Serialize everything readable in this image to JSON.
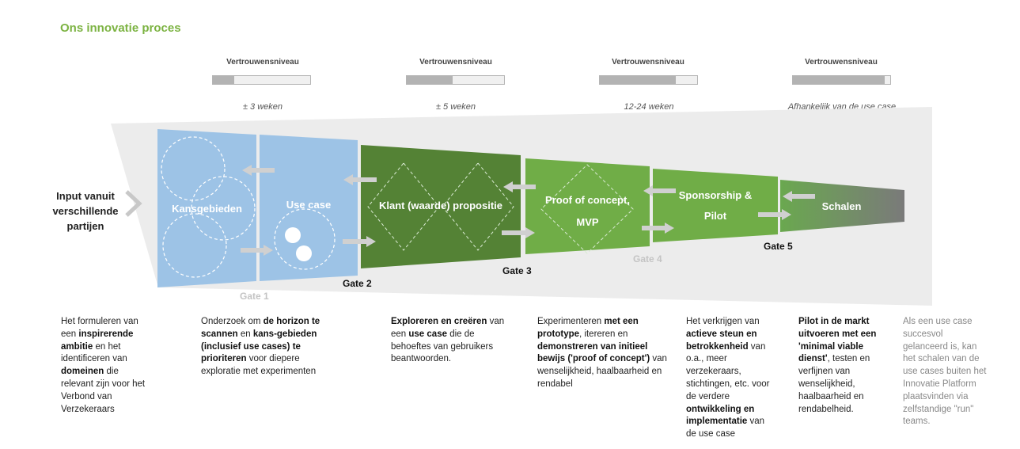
{
  "title": "Ons innovatie proces",
  "trust_label": "Vertrouwensniveau",
  "trust_levels": [
    0.22,
    0.47,
    0.78,
    0.94
  ],
  "durations": [
    "± 3 weken",
    "± 5 weken",
    "12-24 weken",
    "Afhankelijk van de use case"
  ],
  "input_label": "Input vanuit verschillende partijen",
  "stages": {
    "kansgebieden": "Kansgebieden",
    "use_case": "Use case",
    "klant": "Klant (waarde) propositie",
    "poc_line1": "Proof of concept,",
    "poc_line2": "MVP",
    "sponsorship_line1": "Sponsorship &",
    "sponsorship_line2": "Pilot",
    "schalen": "Schalen"
  },
  "gates": {
    "gate1": "Gate 1",
    "gate2": "Gate 2",
    "gate3": "Gate 3",
    "gate4": "Gate 4",
    "gate5": "Gate 5"
  },
  "colors": {
    "title": "#7cb342",
    "light_blue": "#9dc3e6",
    "dark_green": "#548235",
    "mid_green": "#70ad47",
    "funnel_grey": "#ececec"
  },
  "descriptions": [
    [
      {
        "t": "Het formuleren van een ",
        "b": false
      },
      {
        "t": "inspirerende ambitie",
        "b": true
      },
      {
        "t": " en het identificeren van ",
        "b": false
      },
      {
        "t": "domeinen",
        "b": true
      },
      {
        "t": " die relevant zijn voor het Verbond van Verzekeraars",
        "b": false
      }
    ],
    [
      {
        "t": "Onderzoek om ",
        "b": false
      },
      {
        "t": "de horizon te scannen",
        "b": true
      },
      {
        "t": " en ",
        "b": false
      },
      {
        "t": "kans-gebieden (inclusief use cases) te prioriteren",
        "b": true
      },
      {
        "t": " voor diepere exploratie met experimenten",
        "b": false
      }
    ],
    [
      {
        "t": "Exploreren en creëren",
        "b": true
      },
      {
        "t": " van een ",
        "b": false
      },
      {
        "t": "use case",
        "b": true
      },
      {
        "t": " die de behoeftes van gebruikers beantwoorden.",
        "b": false
      }
    ],
    [
      {
        "t": "Experimenteren ",
        "b": false
      },
      {
        "t": "met een prototype",
        "b": true
      },
      {
        "t": ", itereren en ",
        "b": false
      },
      {
        "t": "demonstreren van initieel bewijs ('proof of concept')",
        "b": true
      },
      {
        "t": " van wenselijkheid, haalbaarheid en rendabel",
        "b": false
      }
    ],
    [
      {
        "t": "Het verkrijgen van ",
        "b": false
      },
      {
        "t": "actieve steun en betrokkenheid",
        "b": true
      },
      {
        "t": " van o.a., meer verzekeraars, stichtingen, etc. voor de verdere ",
        "b": false
      },
      {
        "t": "ontwikkeling en implementatie",
        "b": true
      },
      {
        "t": " van de use case",
        "b": false
      }
    ],
    [
      {
        "t": "Pilot in de markt uitvoeren met een 'minimal viable dienst'",
        "b": true
      },
      {
        "t": ", testen en verfijnen van wenselijkheid, haalbaarheid en rendabelheid.",
        "b": false
      }
    ],
    [
      {
        "t": "Als een use case succesvol gelanceerd is, kan het schalen van de use cases buiten het Innovatie Platform plaatsvinden via zelfstandige \"run\" teams.",
        "b": false
      }
    ]
  ]
}
